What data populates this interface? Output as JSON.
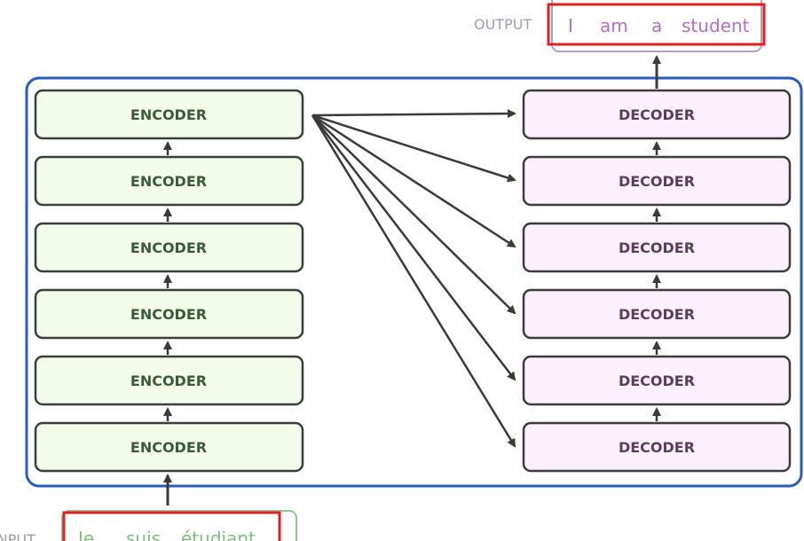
{
  "input": {
    "label": "INPUT",
    "tokens": [
      "Je",
      "suis",
      "étudiant"
    ]
  },
  "output": {
    "label": "OUTPUT",
    "tokens": [
      "I",
      "am",
      "a",
      "student"
    ]
  },
  "encoders": [
    "ENCODER",
    "ENCODER",
    "ENCODER",
    "ENCODER",
    "ENCODER",
    "ENCODER"
  ],
  "decoders": [
    "DECODER",
    "DECODER",
    "DECODER",
    "DECODER",
    "DECODER",
    "DECODER"
  ],
  "colors": {
    "frame": "#2a5bbf",
    "highlight": "#e02020",
    "encoder_fill": "#f3fbea",
    "decoder_fill": "#fcf0fc",
    "encoder_text": "#3b5a3b",
    "decoder_text": "#5a3f5a",
    "output_text": "#b56fc4",
    "input_text": "#7fbf7f"
  }
}
